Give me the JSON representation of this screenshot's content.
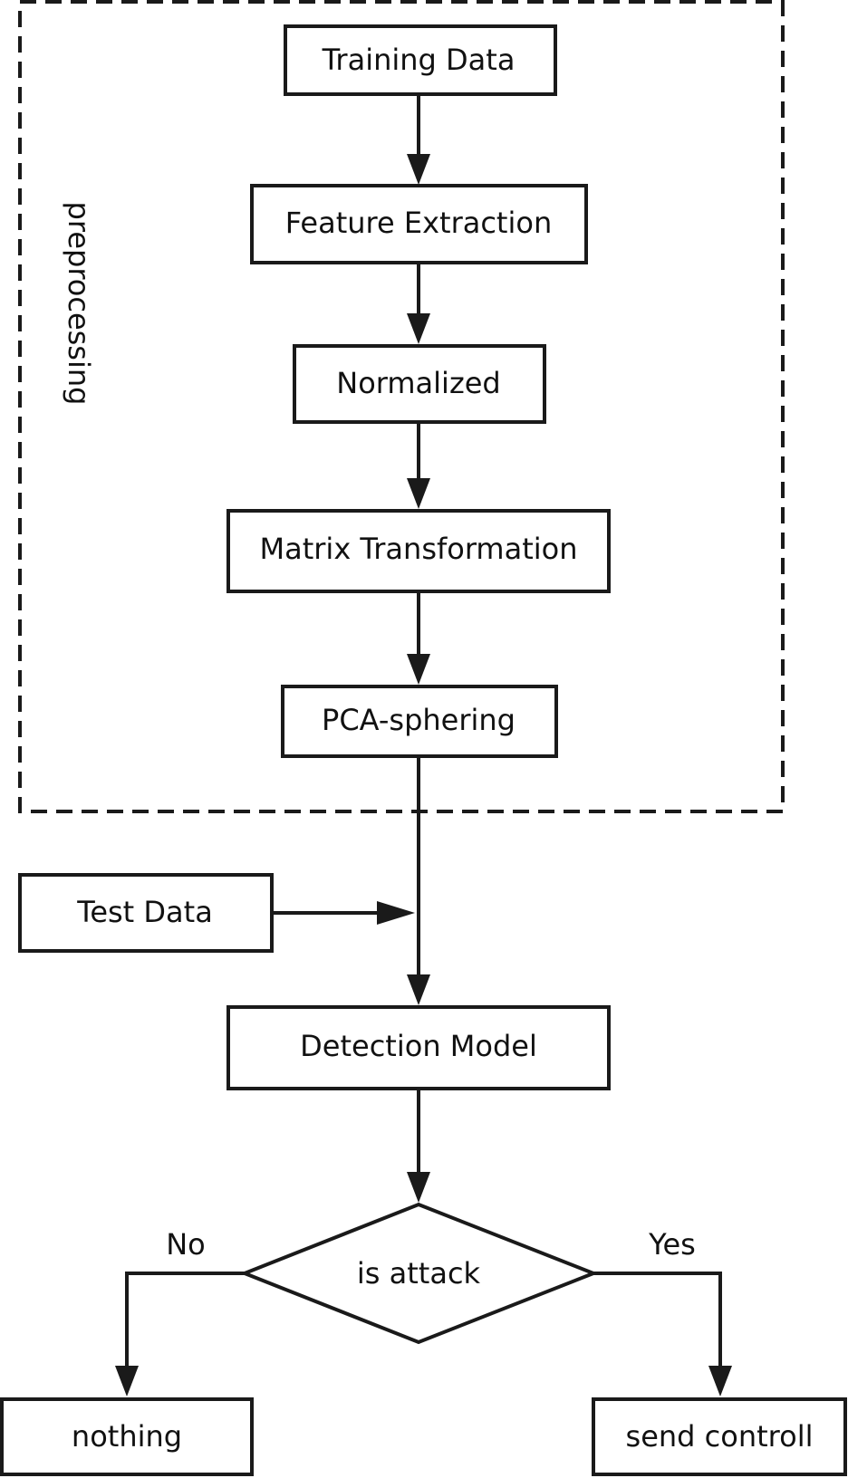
{
  "group": {
    "label": "preprocessing"
  },
  "nodes": {
    "training_data": "Training Data",
    "feature_extraction": "Feature Extraction",
    "normalized": "Normalized",
    "matrix_transformation": "Matrix Transformation",
    "pca_sphering": "PCA-sphering",
    "test_data": "Test Data",
    "detection_model": "Detection Model",
    "decision": "is attack",
    "nothing": "nothing",
    "send_controll": "send controll"
  },
  "edges": {
    "no_label": "No",
    "yes_label": "Yes"
  },
  "colors": {
    "stroke": "#1a1a1a",
    "text": "#111111",
    "background": "#ffffff"
  }
}
